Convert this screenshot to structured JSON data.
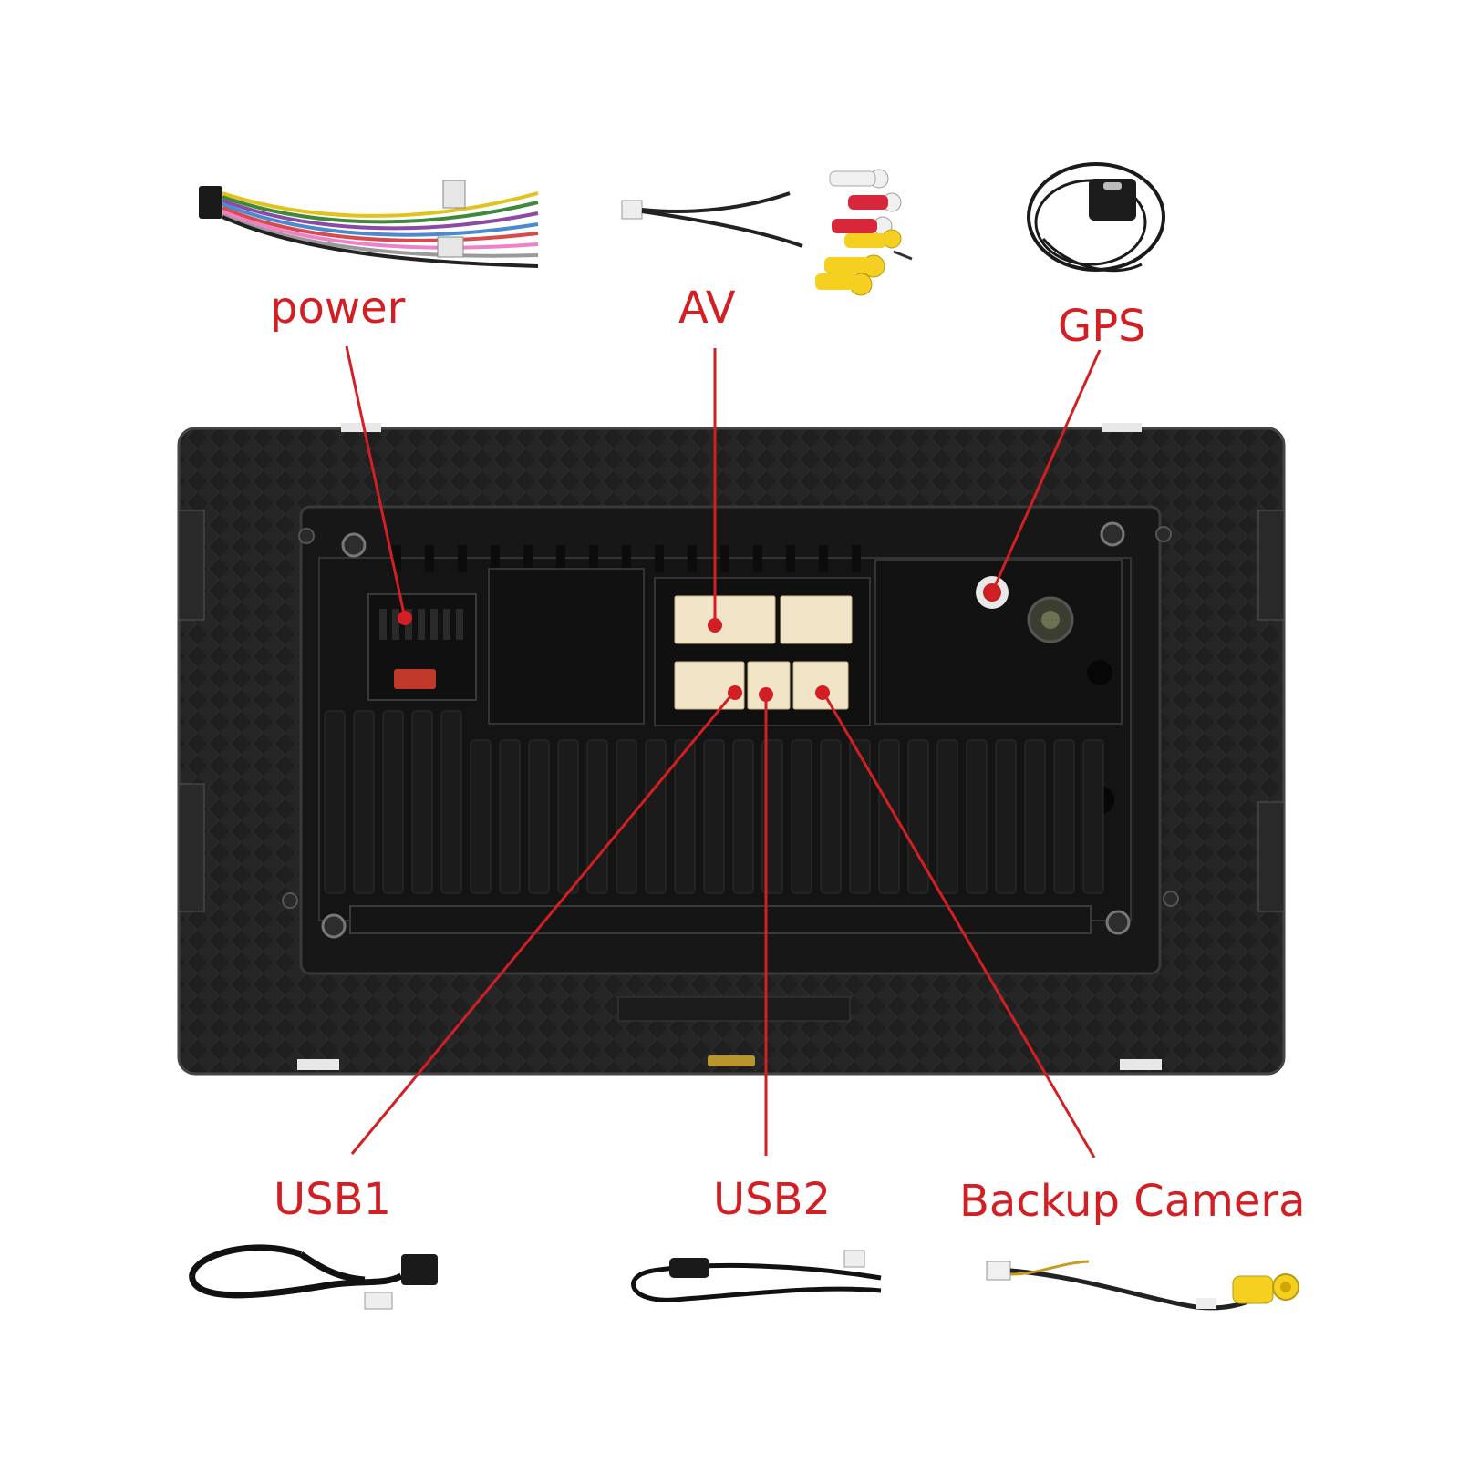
{
  "labels": {
    "power": "power",
    "av": "AV",
    "gps": "GPS",
    "usb1": "USB1",
    "usb2": "USB2",
    "backup_camera": "Backup Camera"
  },
  "colors": {
    "label": "#d21f24",
    "callout_line": "#d21f24",
    "unit_body": "#202020",
    "connector": "#f2e4c7",
    "background": "#ffffff"
  },
  "icons": {
    "power": "power-harness-icon",
    "av": "rca-av-cable-icon",
    "gps": "gps-antenna-icon",
    "usb1": "usb1-cable-icon",
    "usb2": "usb2-cable-icon",
    "backup_camera": "backup-camera-cable-icon"
  }
}
